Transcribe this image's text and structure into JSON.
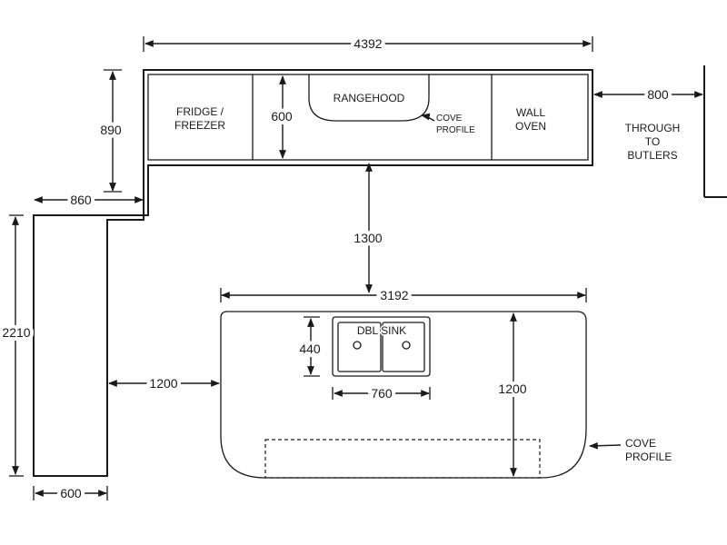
{
  "cabinet_labels": {
    "fridge_line1": "FRIDGE /",
    "fridge_line2": "FREEZER",
    "rangehood": "RANGEHOOD",
    "wall_oven_line1": "WALL",
    "wall_oven_line2": "OVEN",
    "sink": "DBL SINK"
  },
  "notes": {
    "cove_profile_line1": "COVE",
    "cove_profile_line2": "PROFILE",
    "through_line1": "THROUGH",
    "through_line2": "TO",
    "through_line3": "BUTLERS"
  },
  "dimensions": {
    "overall_width": "4392",
    "wall_depth": "890",
    "cabinet_height": "600",
    "passage_right": "800",
    "return_width": "860",
    "aisle_gap": "1300",
    "island_width": "3192",
    "side_run_length": "2210",
    "side_aisle": "1200",
    "sink_depth": "440",
    "sink_width": "760",
    "island_depth": "1200",
    "side_run_depth": "600"
  }
}
